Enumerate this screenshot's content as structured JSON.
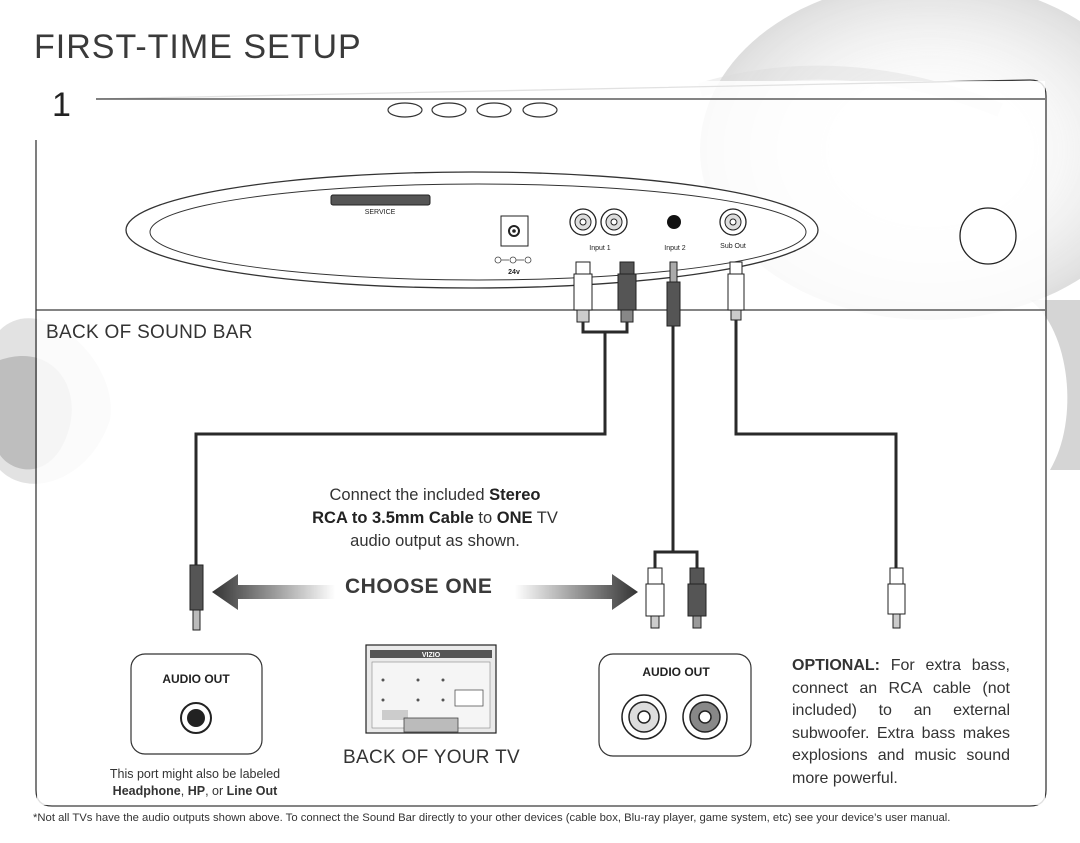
{
  "title": "FIRST-TIME SETUP",
  "step_number": "1",
  "labels": {
    "back_of_sound_bar": "BACK OF SOUND BAR",
    "back_of_your_tv": "BACK OF YOUR TV",
    "choose_one": "CHOOSE ONE"
  },
  "sound_bar_ports": {
    "service": "SERVICE",
    "power": "24v",
    "input1": "Input 1",
    "input2": "Input 2",
    "sub_out": "Sub Out"
  },
  "instructions": {
    "p1": "Connect the included ",
    "b1": "Stereo",
    "b2": "RCA to 3.5mm Cable",
    "p2": " to ",
    "b3": "ONE",
    "p3": " TV",
    "p4": "audio output as shown."
  },
  "tv_ports": {
    "audio_out_left": "AUDIO OUT",
    "audio_out_right": "AUDIO OUT",
    "tv_brand": "VIZIO"
  },
  "port_note": {
    "line1": "This port might also be labeled",
    "b1": "Headphone",
    "sep1": ", ",
    "b2": "HP",
    "sep2": ", or ",
    "b3": "Line Out"
  },
  "optional": {
    "lead": "OPTIONAL:",
    "text": " For extra bass, connect an RCA cable (not included) to an external subwoofer. Extra bass makes explosions and music sound more powerful."
  },
  "footnote": "*Not all TVs have the audio outputs shown above. To connect the Sound Bar directly to your other devices (cable box, Blu-ray player, game system, etc) see your device’s user manual."
}
